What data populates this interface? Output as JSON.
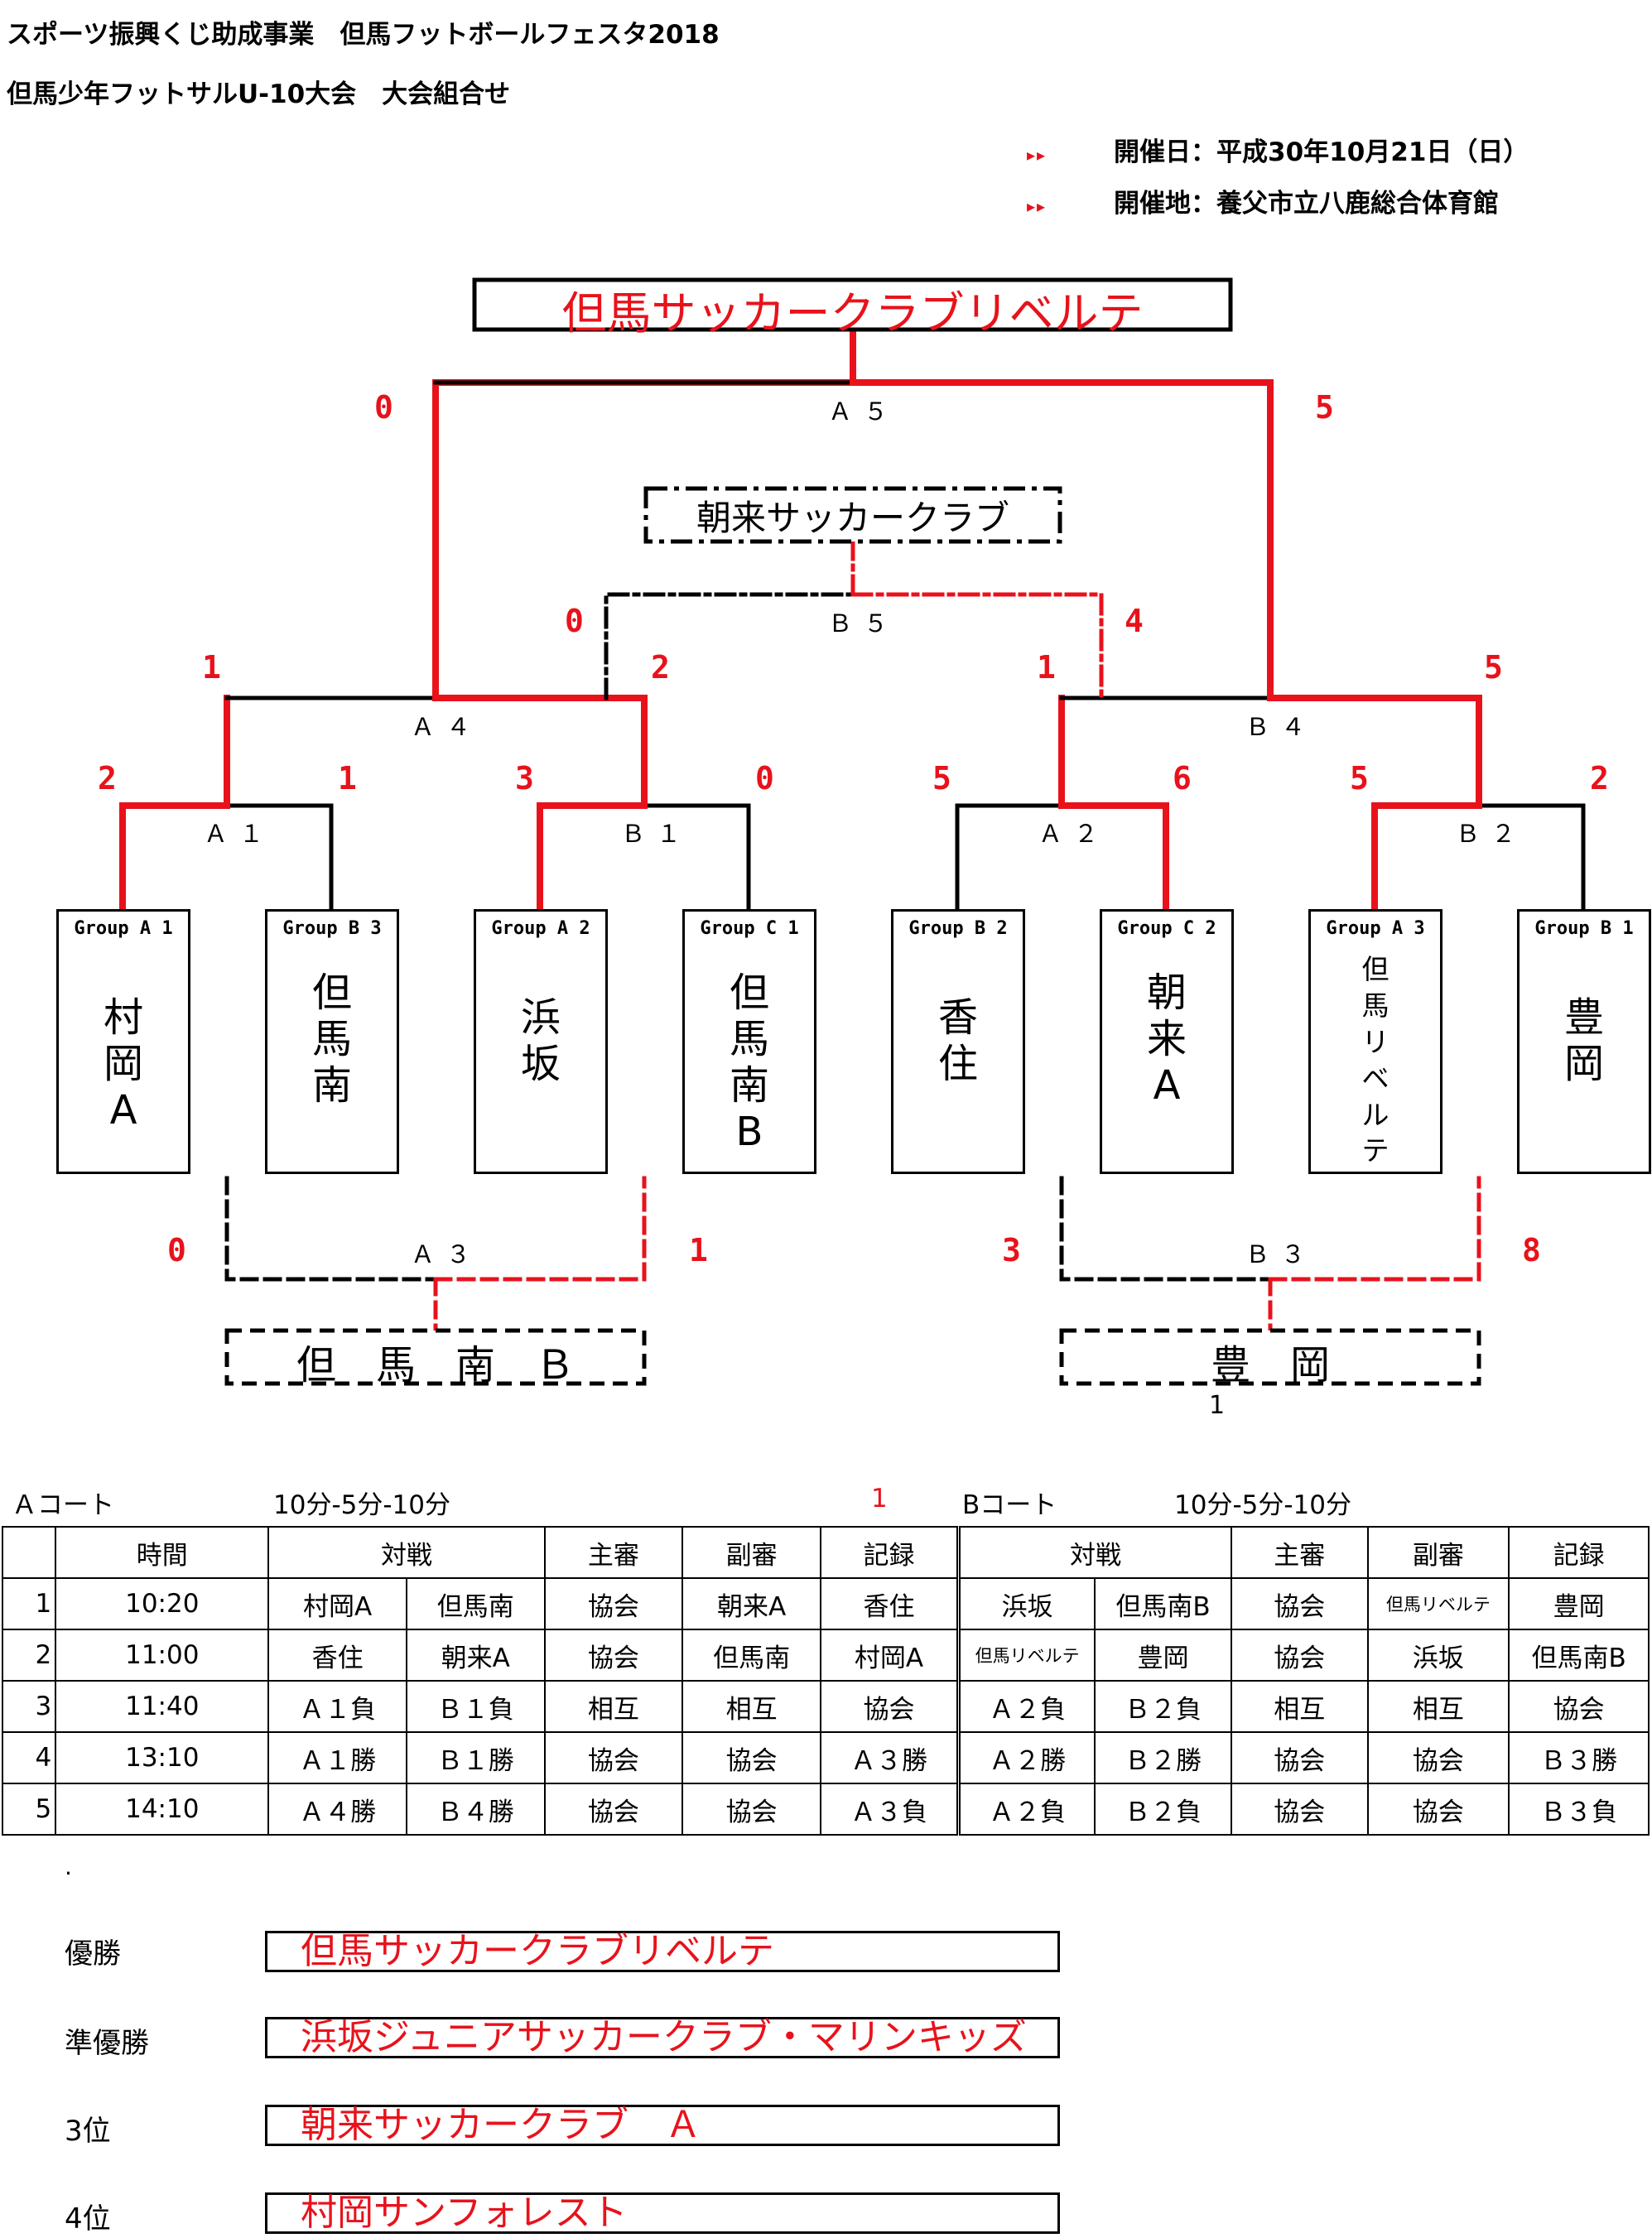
{
  "header": {
    "title_line1": "スポーツ振興くじ助成事業　但馬フットボールフェスタ2018",
    "title_line2": "但馬少年フットサルU-10大会　大会組合せ",
    "date_mark": "▸▸",
    "date_label": "開催日：",
    "date_value": "平成30年10月21日（日）",
    "venue_mark": "▸▸",
    "venue_label": "開催地：",
    "venue_value": "養父市立八鹿総合体育館"
  },
  "bracket": {
    "champion": "但馬サッカークラブリベルテ",
    "third_place_winner": "朝来サッカークラブ",
    "consolation_a_winner": "但　馬　南　Ｂ",
    "consolation_b_winner": "豊　岡",
    "consolation_b_note": "1",
    "match_labels": {
      "A5": "Ａ５",
      "B5": "Ｂ５",
      "A4": "Ａ４",
      "B4": "Ｂ４",
      "A1": "Ａ１",
      "B1": "Ｂ１",
      "A2": "Ａ２",
      "B2": "Ｂ２",
      "A3": "Ａ３",
      "B3": "Ｂ３"
    },
    "scores": {
      "A5_left": "0",
      "A5_right": "5",
      "B5_left": "0",
      "B5_right": "4",
      "A4_left": "1",
      "A4_right": "2",
      "B4_left": "1",
      "B4_right": "5",
      "A1_left": "2",
      "A1_right": "1",
      "B1_left": "3",
      "B1_right": "0",
      "A2_left": "5",
      "A2_right": "6",
      "B2_left": "5",
      "B2_right": "2",
      "A3_left": "0",
      "A3_right": "1",
      "B3_left": "3",
      "B3_right": "8"
    },
    "teams": [
      {
        "group": "Group A 1",
        "name": "村\n岡\nA"
      },
      {
        "group": "Group B 3",
        "name": "但\n馬\n南"
      },
      {
        "group": "Group A 2",
        "name": "浜\n坂"
      },
      {
        "group": "Group C 1",
        "name": "但\n馬\n南\nB"
      },
      {
        "group": "Group B 2",
        "name": "香\n住"
      },
      {
        "group": "Group C 2",
        "name": "朝\n来\nA"
      },
      {
        "group": "Group A 3",
        "name": "但\n馬\nリ\nベ\nル\nテ"
      },
      {
        "group": "Group B 1",
        "name": "豊\n岡"
      }
    ]
  },
  "schedule": {
    "a_court_label": "Ａコート",
    "a_court_format": "10分-5分-10分",
    "middle_note": "1",
    "b_court_label": "Bコート",
    "b_court_format": "10分-5分-10分",
    "headers": {
      "time": "時間",
      "a_match": "対戦",
      "a_referee": "主審",
      "a_assistant": "副審",
      "a_record": "記録",
      "b_match": "対戦",
      "b_referee": "主審",
      "b_assistant": "副審",
      "b_record": "記録"
    },
    "rows": [
      {
        "no": "1",
        "time": "10:20",
        "a1": "村岡A",
        "a2": "但馬南",
        "a_ref": "協会",
        "a_asst": "朝来A",
        "a_rec": "香住",
        "b1": "浜坂",
        "b2": "但馬南B",
        "b_ref": "協会",
        "b_asst": "但馬リベルテ",
        "b_rec": "豊岡"
      },
      {
        "no": "2",
        "time": "11:00",
        "a1": "香住",
        "a2": "朝来A",
        "a_ref": "協会",
        "a_asst": "但馬南",
        "a_rec": "村岡A",
        "b1": "但馬リベルテ",
        "b2": "豊岡",
        "b_ref": "協会",
        "b_asst": "浜坂",
        "b_rec": "但馬南B"
      },
      {
        "no": "3",
        "time": "11:40",
        "a1": "Ａ１負",
        "a2": "Ｂ１負",
        "a_ref": "相互",
        "a_asst": "相互",
        "a_rec": "協会",
        "b1": "Ａ２負",
        "b2": "Ｂ２負",
        "b_ref": "相互",
        "b_asst": "相互",
        "b_rec": "協会"
      },
      {
        "no": "4",
        "time": "13:10",
        "a1": "Ａ１勝",
        "a2": "Ｂ１勝",
        "a_ref": "協会",
        "a_asst": "協会",
        "a_rec": "Ａ３勝",
        "b1": "Ａ２勝",
        "b2": "Ｂ２勝",
        "b_ref": "協会",
        "b_asst": "協会",
        "b_rec": "Ｂ３勝"
      },
      {
        "no": "5",
        "time": "14:10",
        "a1": "Ａ４勝",
        "a2": "Ｂ４勝",
        "a_ref": "協会",
        "a_asst": "協会",
        "a_rec": "Ａ３負",
        "b1": "Ａ２負",
        "b2": "Ｂ２負",
        "b_ref": "協会",
        "b_asst": "協会",
        "b_rec": "Ｂ３負"
      }
    ]
  },
  "dot": ".",
  "results": [
    {
      "label": "優勝",
      "team": "但馬サッカークラブリベルテ"
    },
    {
      "label": "準優勝",
      "team": "浜坂ジュニアサッカークラブ・マリンキッズ"
    },
    {
      "label": "3位",
      "team": "朝来サッカークラブ　Ａ"
    },
    {
      "label": "4位",
      "team": "村岡サンフォレスト"
    }
  ],
  "colors": {
    "accent": "#e8121b",
    "line": "#000000"
  }
}
